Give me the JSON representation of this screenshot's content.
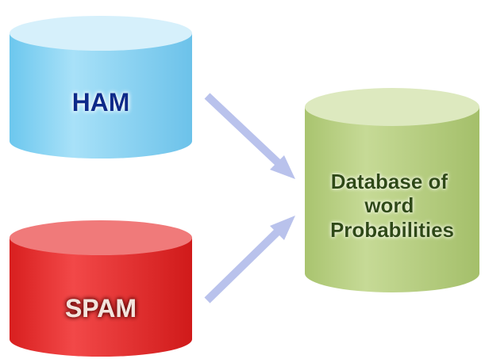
{
  "nodes": {
    "ham": {
      "label": "HAM",
      "body_color": "#87d3f3",
      "top_color": "#d6f0fb",
      "text_color": "#0d2a8a"
    },
    "spam": {
      "label": "SPAM",
      "body_color": "#e52a2a",
      "top_color": "#f07a7a",
      "text_color": "#f3e3dc"
    },
    "database": {
      "label_lines": [
        "Database of",
        "word",
        "Probabilities"
      ],
      "body_color": "#b5cd80",
      "top_color": "#dde9bf",
      "text_color": "#2f4813"
    }
  },
  "connectors": {
    "arrow_color": "#b9c2ec",
    "edges": [
      {
        "from": "ham",
        "to": "database"
      },
      {
        "from": "spam",
        "to": "database"
      }
    ]
  }
}
